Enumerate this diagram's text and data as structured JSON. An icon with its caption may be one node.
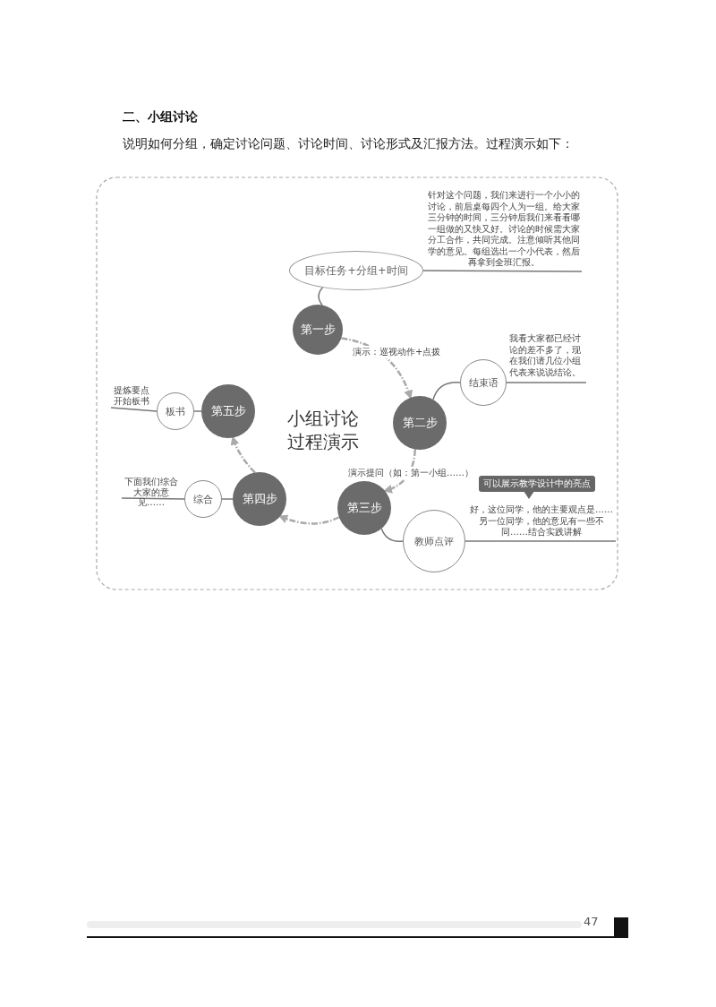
{
  "diagram": {
    "title": "二、小组讨论",
    "nodes": [
      {
        "text": [
          "第一步"
        ]
      },
      {
        "text": [
          "第二步"
        ]
      },
      {
        "text": [
          "第三步"
        ]
      },
      {
        "text": [
          "第四步"
        ]
      },
      {
        "text": [
          "第五步"
        ]
      },
      {
        "text": [
          "目标任务+分组+时间"
        ]
      },
      {
        "text": [
          "结束语"
        ]
      },
      {
        "text": [
          "教师点评"
        ]
      },
      {
        "text": [
          "综合"
        ]
      },
      {
        "text": [
          "板书"
        ]
      },
      {
        "text": [
          "针对这个问题，我们来进行一个小小的讨论，前后桌每四个人为一组。给大家三分钟的时间，三分钟后我们来看看哪一组做的又快又好。讨论的时候需大家分工合作，共同完成。注意倾听其他同学的意见。每组选出一个小代表，然后再拿到全班汇报。"
        ]
      },
      {
        "text": [
          "我看大家都已经讨论的差不多了，现在我们请几位小组代表来说说结论。"
        ]
      },
      {
        "text": [
          "好，这位同学，他的主要观点是……另一位同学，他的意见有一些不同……结合实践讲解"
        ]
      },
      {
        "text": [
          "可以展示教学设计中的亮点"
        ]
      },
      {
        "text": [
          "下面我们综合大家的意见……"
        ]
      },
      {
        "text": [
          "提炼要点开始板书"
        ]
      }
    ],
    "edges": [
      {
        "from": 0,
        "to": 1,
        "arrow": "to",
        "style": "dashed",
        "label": "演示：巡视动作+点拨"
      },
      {
        "from": 1,
        "to": 2,
        "arrow": "to",
        "style": "dashed",
        "label": "演示提问（如：第一小组……）"
      },
      {
        "from": 2,
        "to": 3,
        "arrow": "to",
        "style": "dashed"
      },
      {
        "from": 3,
        "to": 4,
        "arrow": "to",
        "style": "dashed"
      },
      {
        "from": 0,
        "to": 5,
        "arrow": "none"
      },
      {
        "from": 5,
        "to": 10,
        "arrow": "none"
      },
      {
        "from": 1,
        "to": 6,
        "arrow": "none"
      },
      {
        "from": 6,
        "to": 11,
        "arrow": "none"
      },
      {
        "from": 2,
        "to": 7,
        "arrow": "none"
      },
      {
        "from": 7,
        "to": 12,
        "arrow": "none"
      },
      {
        "from": 3,
        "to": 8,
        "arrow": "none"
      },
      {
        "from": 8,
        "to": 14,
        "arrow": "none"
      },
      {
        "from": 4,
        "to": 9,
        "arrow": "none"
      },
      {
        "from": 9,
        "to": 15,
        "arrow": "none"
      }
    ],
    "labels": [
      "说明如何分组，确定讨论问题、讨论时间、讨论形式及汇报方法。过程演示如下：",
      "小组讨论过程演示",
      "47"
    ]
  }
}
